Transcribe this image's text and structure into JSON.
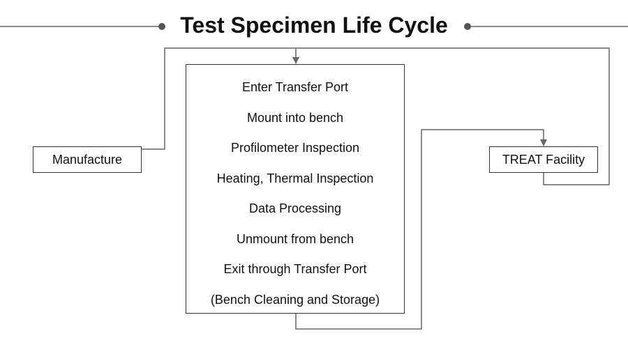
{
  "title": "Test Specimen Life Cycle",
  "manufacture_label": "Manufacture",
  "facility_label": "TREAT Facility",
  "process_steps": [
    "Enter Transfer Port",
    "Mount into bench",
    "Profilometer Inspection",
    "Heating, Thermal Inspection",
    "Data Processing",
    "Unmount from bench",
    "Exit through Transfer Port",
    "(Bench Cleaning and Storage)"
  ],
  "colors": {
    "line": "#666666",
    "text": "#111111",
    "box_border": "#333333"
  }
}
